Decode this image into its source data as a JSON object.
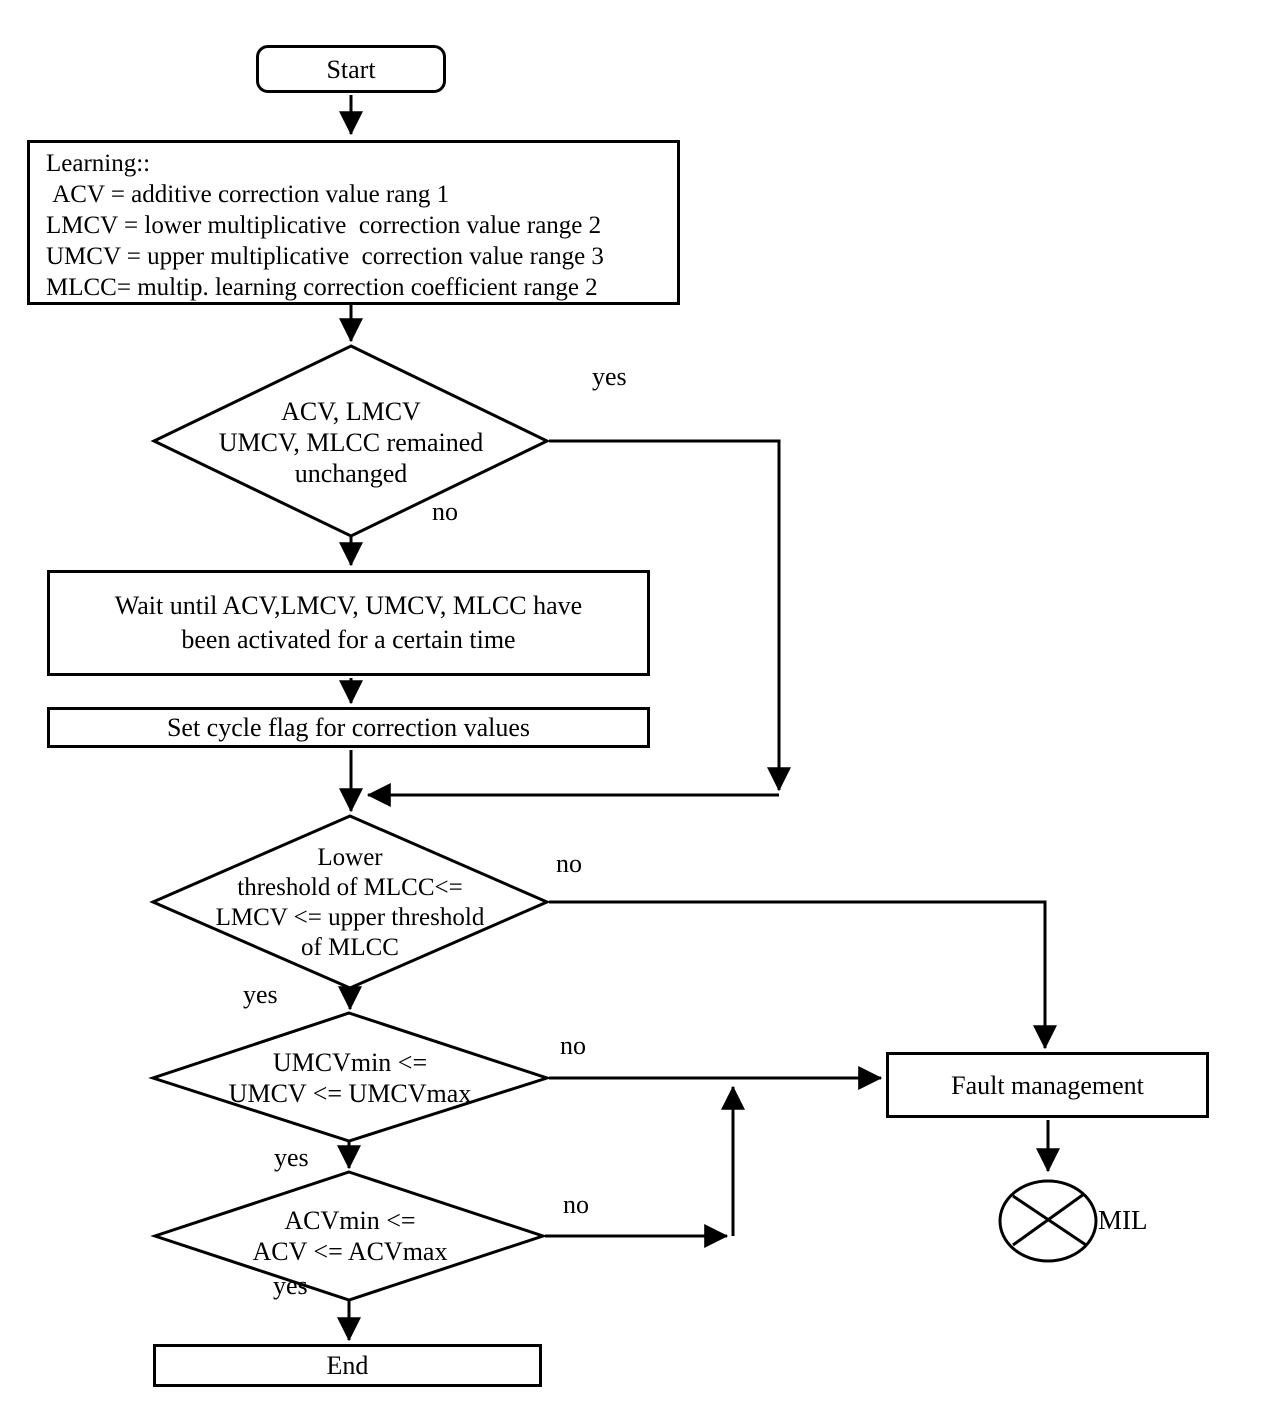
{
  "title": "OBD learning-values monitoring flowchart",
  "colors": {
    "line": "#000000",
    "background": "#ffffff",
    "text": "#000000"
  },
  "nodes": {
    "start": {
      "label": "Start"
    },
    "learning": {
      "text": "Learning::\n ACV = additive correction value rang 1\nLMCV = lower multiplicative  correction value range 2\nUMCV = upper multiplicative  correction value range 3\nMLCC= multip. learning correction coefficient range 2"
    },
    "decision_unchanged": {
      "text": "ACV, LMCV\nUMCV, MLCC remained\nunchanged"
    },
    "wait": {
      "text": "Wait until ACV,LMCV, UMCV, MLCC have\nbeen activated for a certain time"
    },
    "set_cycle_flag": {
      "label": "Set cycle flag for correction values"
    },
    "decision_mlcc": {
      "text": "Lower\nthreshold of MLCC<=\nLMCV <= upper threshold\nof MLCC"
    },
    "decision_umcv": {
      "text": "UMCVmin <=\nUMCV <= UMCVmax"
    },
    "decision_acv": {
      "text": "ACVmin <=\nACV <= ACVmax"
    },
    "end": {
      "label": "End"
    },
    "fault_management": {
      "label": "Fault management"
    },
    "mil": {
      "label": "MIL"
    }
  },
  "edge_labels": {
    "unchanged_yes": "yes",
    "unchanged_no": "no",
    "mlcc_no": "no",
    "mlcc_yes": "yes",
    "umcv_no": "no",
    "umcv_yes": "yes",
    "acv_no": "no",
    "acv_yes": "yes"
  }
}
